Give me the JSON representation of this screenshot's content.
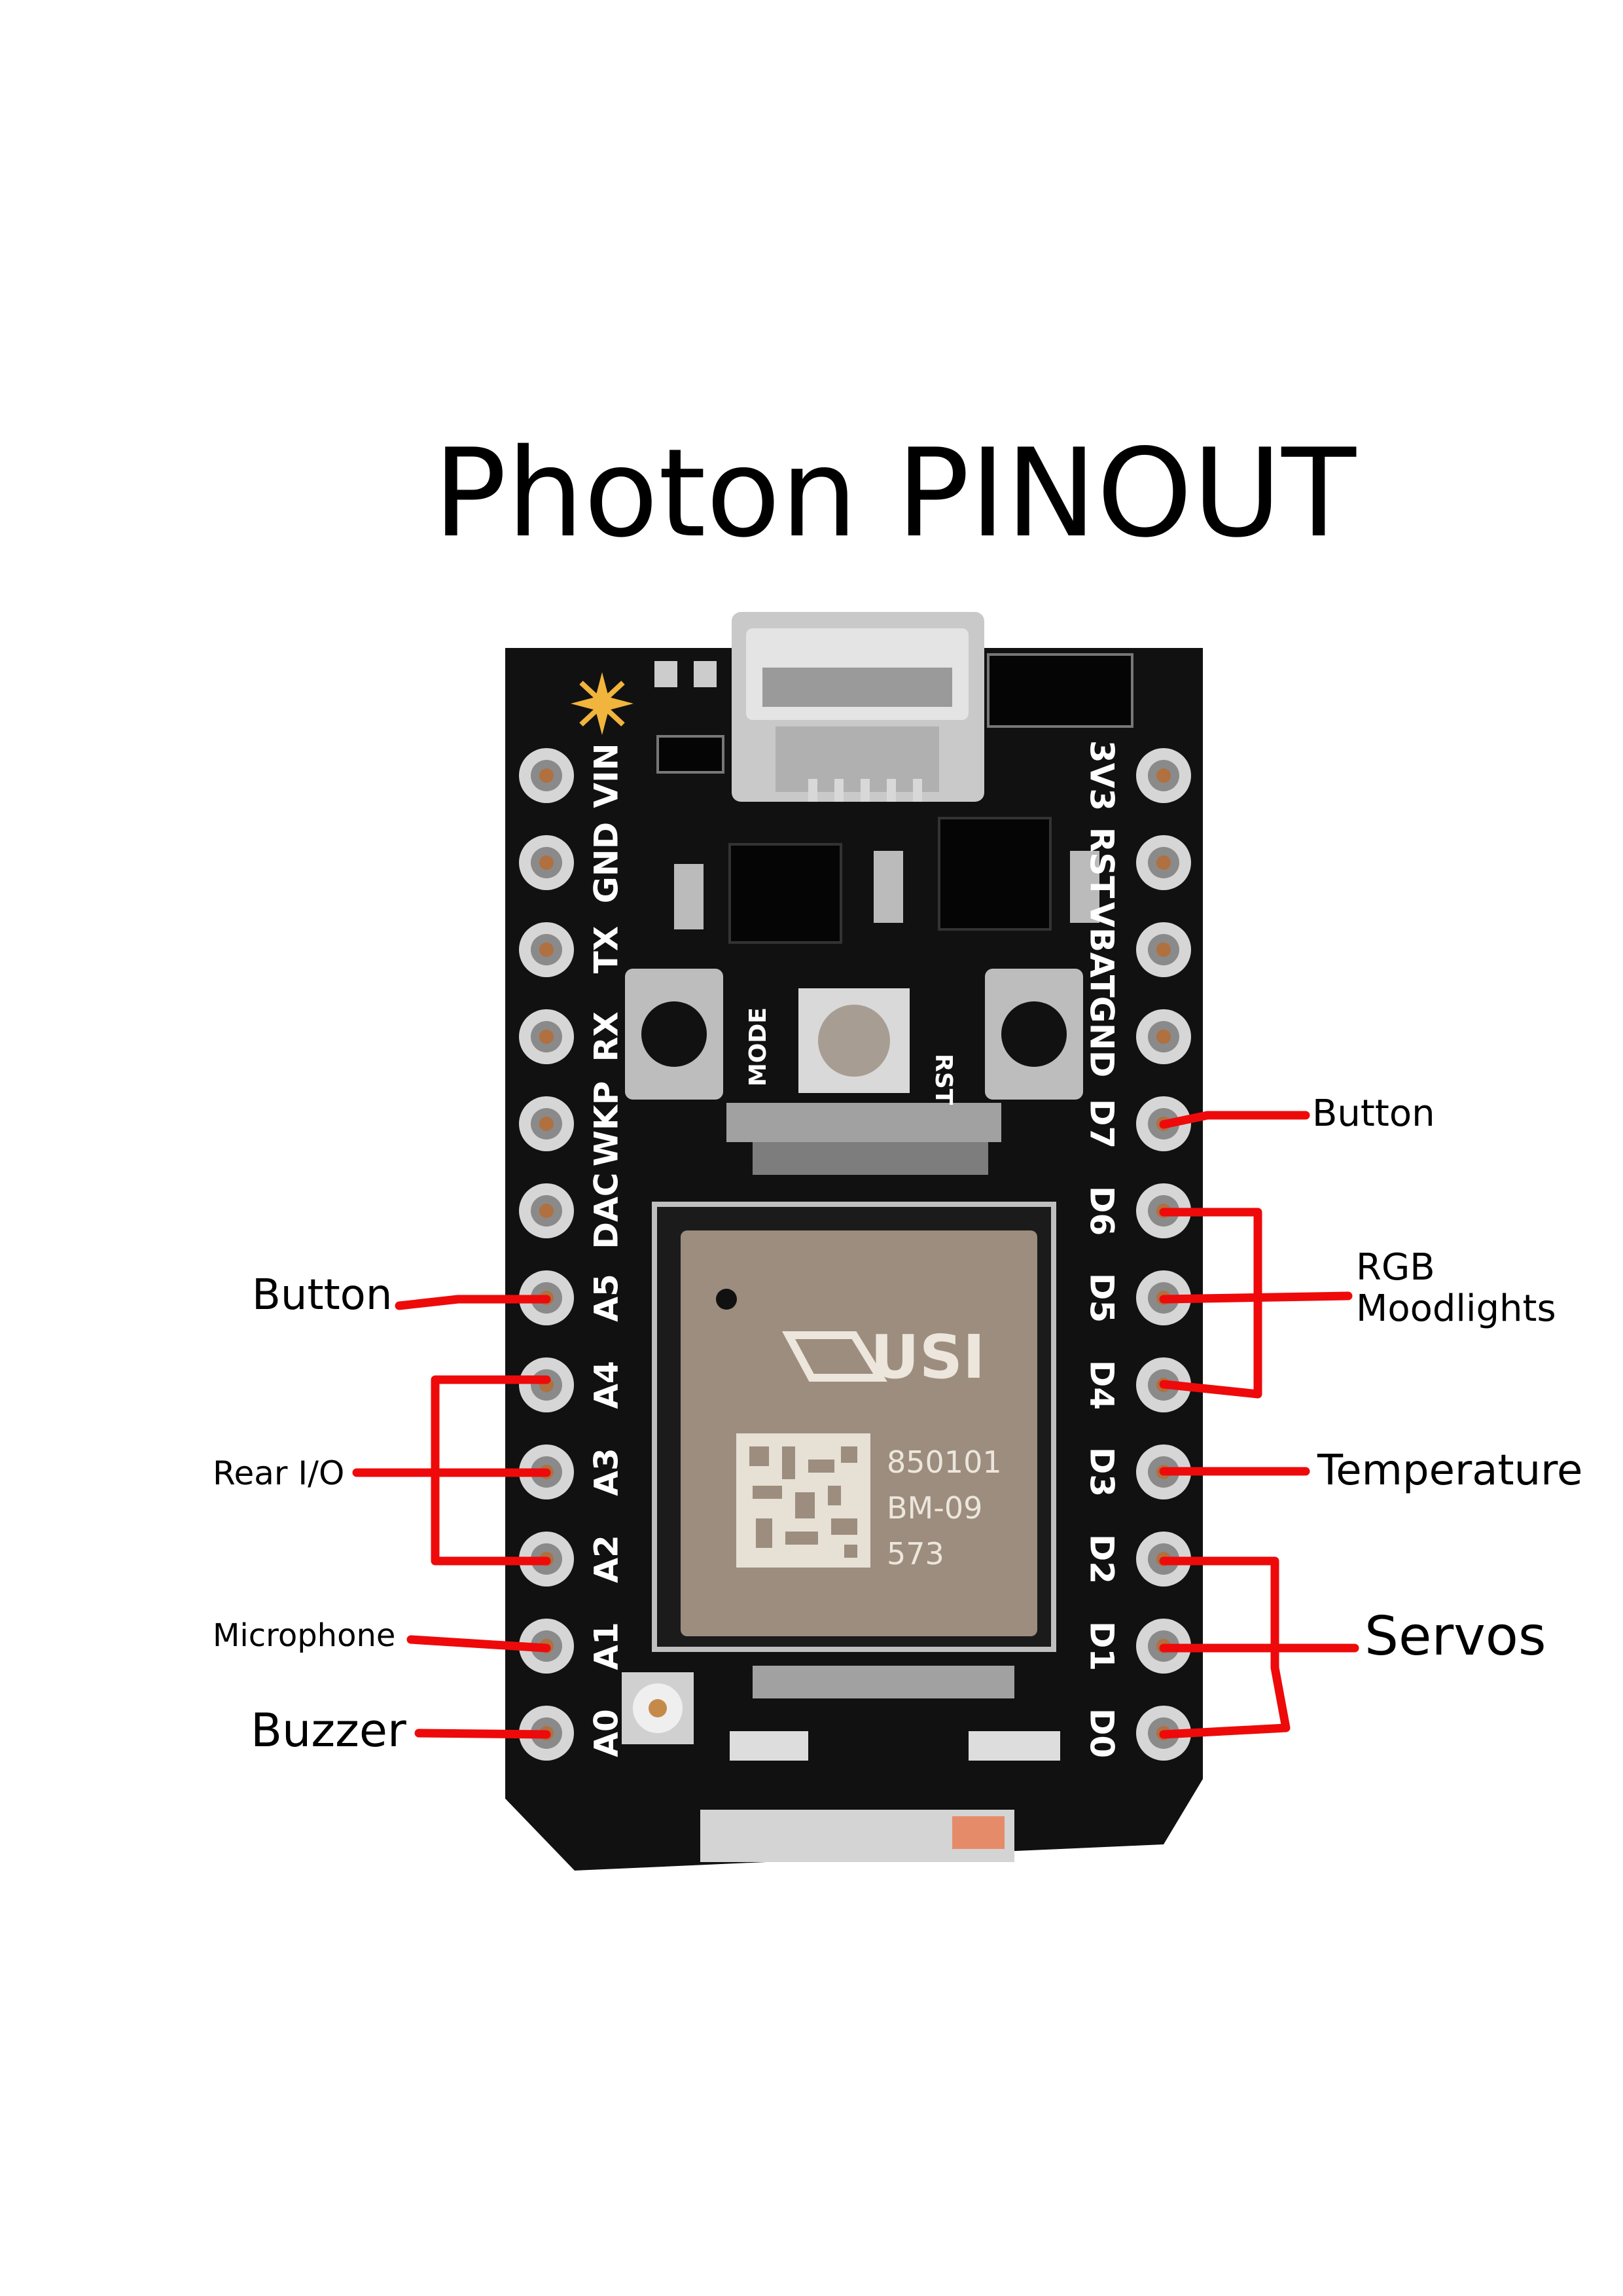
{
  "title": "Photon PINOUT",
  "board": {
    "left_pins": [
      "VIN",
      "GND",
      "TX",
      "RX",
      "WKP",
      "DAC",
      "A5",
      "A4",
      "A3",
      "A2",
      "A1",
      "A0"
    ],
    "right_pins": [
      "3V3",
      "RST",
      "VBAT",
      "GND",
      "D7",
      "D6",
      "D5",
      "D4",
      "D3",
      "D2",
      "D1",
      "D0"
    ],
    "mode_label": "MODE",
    "rst_label": "RST",
    "module_brand": "USI",
    "module_lines": [
      "850101",
      "BM-09",
      "573"
    ],
    "board_color": "#111111",
    "wire_color": "#ee0a0a"
  },
  "callouts": {
    "button_right": "Button",
    "rgb_line1": "RGB",
    "rgb_line2": "Moodlights",
    "temperature": "Temperature",
    "servos": "Servos",
    "button_left": "Button",
    "rear_io": "Rear I/O",
    "microphone": "Microphone",
    "buzzer": "Buzzer"
  }
}
